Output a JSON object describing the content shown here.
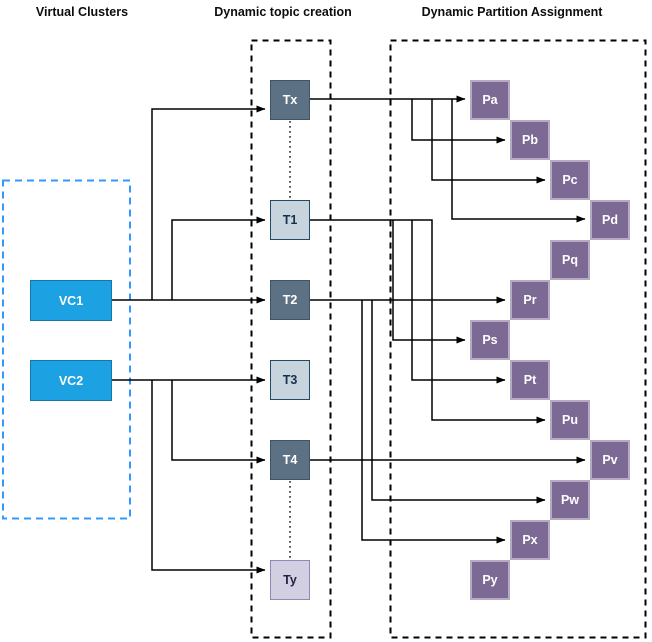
{
  "headers": {
    "clusters": "Virtual Clusters",
    "topics": "Dynamic topic creation",
    "partitions": "Dynamic Partition Assignment"
  },
  "nodes": {
    "vc1": {
      "label": "VC1"
    },
    "vc2": {
      "label": "VC2"
    },
    "tx": {
      "label": "Tx"
    },
    "t1": {
      "label": "T1"
    },
    "t2": {
      "label": "T2"
    },
    "t3": {
      "label": "T3"
    },
    "t4": {
      "label": "T4"
    },
    "ty": {
      "label": "Ty"
    },
    "pa": {
      "label": "Pa"
    },
    "pb": {
      "label": "Pb"
    },
    "pc": {
      "label": "Pc"
    },
    "pd": {
      "label": "Pd"
    },
    "pq": {
      "label": "Pq"
    },
    "pr": {
      "label": "Pr"
    },
    "ps": {
      "label": "Ps"
    },
    "pt": {
      "label": "Pt"
    },
    "pu": {
      "label": "Pu"
    },
    "pv": {
      "label": "Pv"
    },
    "pw": {
      "label": "Pw"
    },
    "px": {
      "label": "Px"
    },
    "py": {
      "label": "Py"
    }
  },
  "edges": [
    {
      "from": "VC1",
      "to": "Tx",
      "style": "arrow"
    },
    {
      "from": "VC1",
      "to": "T1",
      "style": "arrow"
    },
    {
      "from": "VC1",
      "to": "T2",
      "style": "arrow"
    },
    {
      "from": "VC2",
      "to": "T3",
      "style": "arrow"
    },
    {
      "from": "VC2",
      "to": "T4",
      "style": "arrow"
    },
    {
      "from": "VC2",
      "to": "Ty",
      "style": "arrow"
    },
    {
      "from": "Tx",
      "to": "Pa",
      "style": "arrow"
    },
    {
      "from": "Tx",
      "to": "Pb",
      "style": "arrow"
    },
    {
      "from": "Tx",
      "to": "Pc",
      "style": "arrow"
    },
    {
      "from": "Tx",
      "to": "Pd",
      "style": "arrow"
    },
    {
      "from": "T1",
      "to": "Ps",
      "style": "arrow"
    },
    {
      "from": "T1",
      "to": "Pt",
      "style": "arrow"
    },
    {
      "from": "T1",
      "to": "Pu",
      "style": "arrow"
    },
    {
      "from": "T2",
      "to": "Pr",
      "style": "arrow"
    },
    {
      "from": "T2",
      "to": "Pw",
      "style": "arrow"
    },
    {
      "from": "T2",
      "to": "Px",
      "style": "arrow"
    },
    {
      "from": "T4",
      "to": "Pv",
      "style": "arrow"
    },
    {
      "from": "Tx",
      "to": "T1",
      "style": "dotted"
    },
    {
      "from": "T4",
      "to": "Ty",
      "style": "dotted"
    }
  ],
  "colors": {
    "wire": "#000000",
    "cluster_outline": "#3399FF",
    "vc_fill": "#1CA1E2",
    "vc_border": "#1379AC",
    "topic_dark_fill": "#5D7184",
    "topic_dark_border": "#3F5466",
    "topic_light_fill": "#C7D3DD",
    "topic_light_border": "#1D4C66",
    "topic_lavender_fill": "#D3CFE3",
    "topic_lavender_border": "#8F88BA",
    "partition_fill": "#7C6A94",
    "partition_border": "#B4AAC4"
  }
}
